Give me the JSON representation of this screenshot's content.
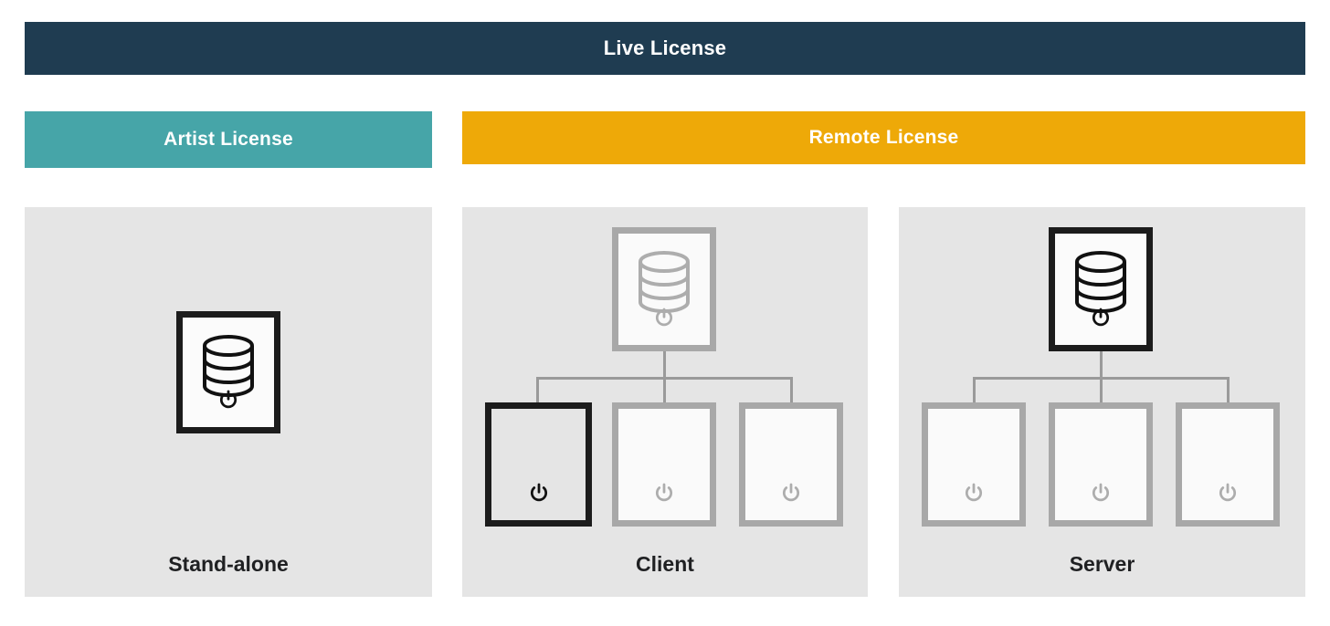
{
  "banners": {
    "live": {
      "label": "Live License",
      "color": "#1f3c51"
    },
    "artist": {
      "label": "Artist License",
      "color": "#46a5a8"
    },
    "remote": {
      "label": "Remote License",
      "color": "#eea908"
    }
  },
  "panels": [
    {
      "id": "standalone",
      "label": "Stand-alone",
      "background": "#e5e5e5",
      "nodes": [
        {
          "role": "server",
          "state": "active",
          "icons": [
            "database-icon",
            "power-icon"
          ]
        }
      ],
      "connectors": false
    },
    {
      "id": "client",
      "label": "Client",
      "background": "#e5e5e5",
      "nodes": [
        {
          "role": "server",
          "state": "inactive",
          "icons": [
            "database-icon",
            "power-icon"
          ]
        },
        {
          "role": "client",
          "state": "active",
          "icons": [
            "power-icon"
          ]
        },
        {
          "role": "client",
          "state": "inactive",
          "icons": [
            "power-icon"
          ]
        },
        {
          "role": "client",
          "state": "inactive",
          "icons": [
            "power-icon"
          ]
        }
      ],
      "connectors": true
    },
    {
      "id": "server",
      "label": "Server",
      "background": "#e5e5e5",
      "nodes": [
        {
          "role": "server",
          "state": "active",
          "icons": [
            "database-icon",
            "power-icon"
          ]
        },
        {
          "role": "client",
          "state": "inactive",
          "icons": [
            "power-icon"
          ]
        },
        {
          "role": "client",
          "state": "inactive",
          "icons": [
            "power-icon"
          ]
        },
        {
          "role": "client",
          "state": "inactive",
          "icons": [
            "power-icon"
          ]
        }
      ],
      "connectors": true
    }
  ],
  "colors": {
    "active_stroke": "#1c1c1c",
    "inactive_stroke": "#a8a8a8",
    "connector": "#9a9a9a",
    "panel_bg": "#e5e5e5",
    "node_fill": "#fafafa",
    "label_text": "#1f2022"
  }
}
